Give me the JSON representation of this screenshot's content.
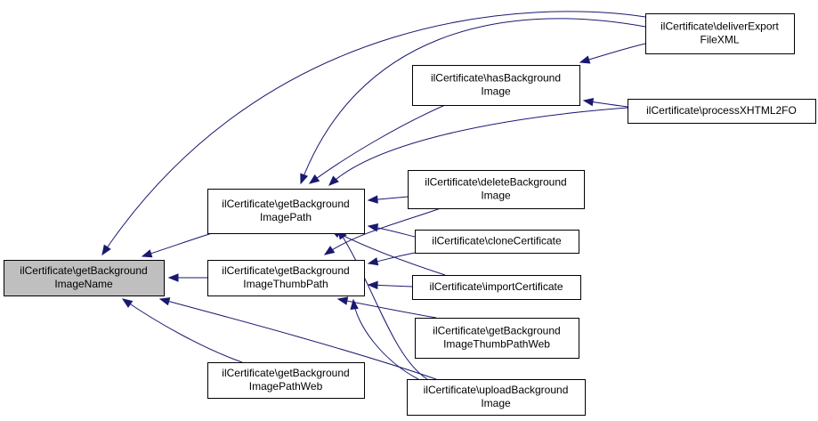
{
  "diagram": {
    "type": "call-graph",
    "colors": {
      "edge": "#191970",
      "root_fill": "#bfbfbf",
      "node_fill": "#ffffff",
      "border": "#000000"
    },
    "nodes": [
      {
        "id": "getBackgroundImageName",
        "lines": [
          "ilCertificate\\getBackground",
          "ImageName"
        ],
        "root": true
      },
      {
        "id": "getBackgroundImagePath",
        "lines": [
          "ilCertificate\\getBackground",
          "ImagePath"
        ]
      },
      {
        "id": "getBackgroundImageThumbPath",
        "lines": [
          "ilCertificate\\getBackground",
          "ImageThumbPath"
        ]
      },
      {
        "id": "getBackgroundImagePathWeb",
        "lines": [
          "ilCertificate\\getBackground",
          "ImagePathWeb"
        ]
      },
      {
        "id": "hasBackgroundImage",
        "lines": [
          "ilCertificate\\hasBackground",
          "Image"
        ]
      },
      {
        "id": "deleteBackgroundImage",
        "lines": [
          "ilCertificate\\deleteBackground",
          "Image"
        ]
      },
      {
        "id": "cloneCertificate",
        "lines": [
          "ilCertificate\\cloneCertificate"
        ]
      },
      {
        "id": "importCertificate",
        "lines": [
          "ilCertificate\\importCertificate"
        ]
      },
      {
        "id": "getBackgroundImageThumbPathWeb",
        "lines": [
          "ilCertificate\\getBackground",
          "ImageThumbPathWeb"
        ]
      },
      {
        "id": "uploadBackgroundImage",
        "lines": [
          "ilCertificate\\uploadBackground",
          "Image"
        ]
      },
      {
        "id": "deliverExportFileXML",
        "lines": [
          "ilCertificate\\deliverExport",
          "FileXML"
        ]
      },
      {
        "id": "processXHTML2FO",
        "lines": [
          "ilCertificate\\processXHTML2FO"
        ]
      }
    ],
    "edges": [
      {
        "from": "deliverExportFileXML",
        "to": "getBackgroundImageName"
      },
      {
        "from": "getBackgroundImagePath",
        "to": "getBackgroundImageName"
      },
      {
        "from": "getBackgroundImageThumbPath",
        "to": "getBackgroundImageName"
      },
      {
        "from": "getBackgroundImagePathWeb",
        "to": "getBackgroundImageName"
      },
      {
        "from": "uploadBackgroundImage",
        "to": "getBackgroundImageName"
      },
      {
        "from": "deliverExportFileXML",
        "to": "getBackgroundImagePath"
      },
      {
        "from": "hasBackgroundImage",
        "to": "getBackgroundImagePath"
      },
      {
        "from": "processXHTML2FO",
        "to": "getBackgroundImagePath"
      },
      {
        "from": "deleteBackgroundImage",
        "to": "getBackgroundImagePath"
      },
      {
        "from": "cloneCertificate",
        "to": "getBackgroundImagePath"
      },
      {
        "from": "importCertificate",
        "to": "getBackgroundImagePath"
      },
      {
        "from": "uploadBackgroundImage",
        "to": "getBackgroundImagePath"
      },
      {
        "from": "deleteBackgroundImage",
        "to": "getBackgroundImageThumbPath"
      },
      {
        "from": "cloneCertificate",
        "to": "getBackgroundImageThumbPath"
      },
      {
        "from": "importCertificate",
        "to": "getBackgroundImageThumbPath"
      },
      {
        "from": "getBackgroundImageThumbPathWeb",
        "to": "getBackgroundImageThumbPath"
      },
      {
        "from": "uploadBackgroundImage",
        "to": "getBackgroundImageThumbPath"
      },
      {
        "from": "hasBackgroundImage",
        "to": "deliverExportFileXML"
      },
      {
        "from": "processXHTML2FO",
        "to": "hasBackgroundImage"
      }
    ]
  }
}
